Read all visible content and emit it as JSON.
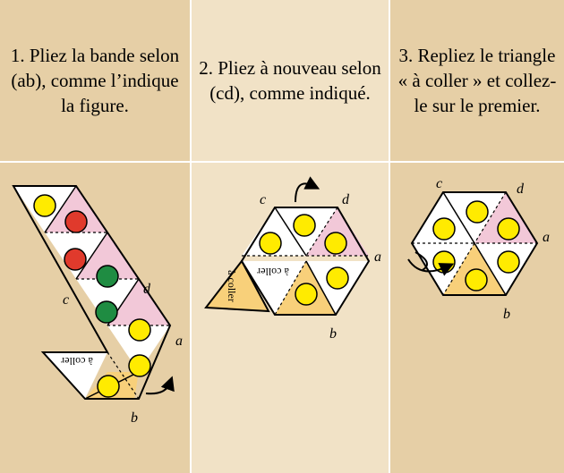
{
  "steps": [
    {
      "caption": "1. Pliez la bande selon (ab), comme l’indique la figure."
    },
    {
      "caption": "2. Pliez à nouveau selon (cd), comme indiqué."
    },
    {
      "caption": "3. Repliez le triangle « à coller » et collez-le sur le premier."
    }
  ],
  "labels": {
    "a": "a",
    "b": "b",
    "c": "c",
    "d": "d",
    "glue": "à coller"
  },
  "colors": {
    "panel_dark": "#e6cfa6",
    "panel_light": "#f1e2c6",
    "pink": "#f2c8d8",
    "orange": "#f8d07a",
    "yellow_dot": "#ffeb00",
    "red_dot": "#e03a2c",
    "green_dot": "#1f8c42"
  }
}
